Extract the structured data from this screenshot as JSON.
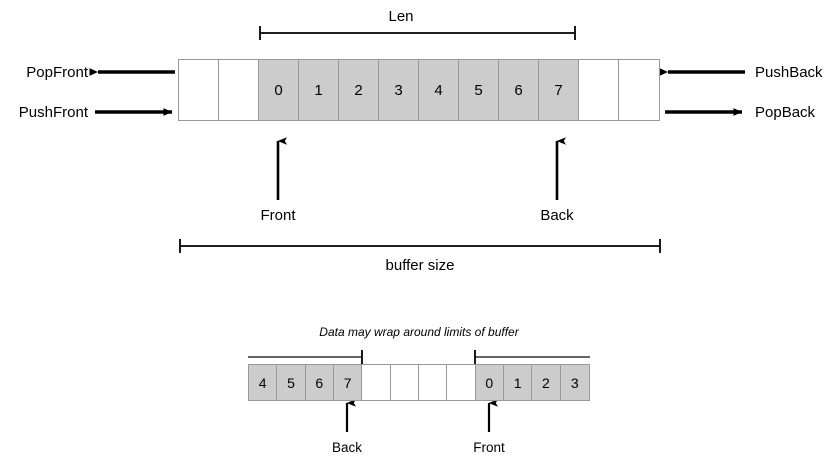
{
  "diagram": {
    "title_measure_len": "Len",
    "title_measure_buffer": "buffer size",
    "wrap_note": "Data may wrap around limits of buffer",
    "colors": {
      "filled_cell": "#cccccc",
      "empty_cell": "#ffffff",
      "stroke": "#9a9a9a",
      "ink": "#000000"
    },
    "operations": {
      "left": [
        {
          "label": "PopFront",
          "direction": "left"
        },
        {
          "label": "PushFront",
          "direction": "right"
        }
      ],
      "right": [
        {
          "label": "PushBack",
          "direction": "left"
        },
        {
          "label": "PopBack",
          "direction": "right"
        }
      ]
    },
    "main_buffer": {
      "capacity": 12,
      "cells": [
        {
          "value": "",
          "filled": false
        },
        {
          "value": "",
          "filled": false
        },
        {
          "value": "0",
          "filled": true
        },
        {
          "value": "1",
          "filled": true
        },
        {
          "value": "2",
          "filled": true
        },
        {
          "value": "3",
          "filled": true
        },
        {
          "value": "4",
          "filled": true
        },
        {
          "value": "5",
          "filled": true
        },
        {
          "value": "6",
          "filled": true
        },
        {
          "value": "7",
          "filled": true
        },
        {
          "value": "",
          "filled": false
        },
        {
          "value": "",
          "filled": false
        }
      ],
      "pointers": [
        {
          "label": "Front",
          "cell_index": 2
        },
        {
          "label": "Back",
          "cell_index": 9
        }
      ]
    },
    "wrap_buffer": {
      "capacity": 12,
      "cells": [
        {
          "value": "4",
          "filled": true
        },
        {
          "value": "5",
          "filled": true
        },
        {
          "value": "6",
          "filled": true
        },
        {
          "value": "7",
          "filled": true
        },
        {
          "value": "",
          "filled": false
        },
        {
          "value": "",
          "filled": false
        },
        {
          "value": "",
          "filled": false
        },
        {
          "value": "",
          "filled": false
        },
        {
          "value": "0",
          "filled": true
        },
        {
          "value": "1",
          "filled": true
        },
        {
          "value": "2",
          "filled": true
        },
        {
          "value": "3",
          "filled": true
        }
      ],
      "pointers": [
        {
          "label": "Back",
          "cell_index": 3
        },
        {
          "label": "Front",
          "cell_index": 8
        }
      ]
    }
  }
}
